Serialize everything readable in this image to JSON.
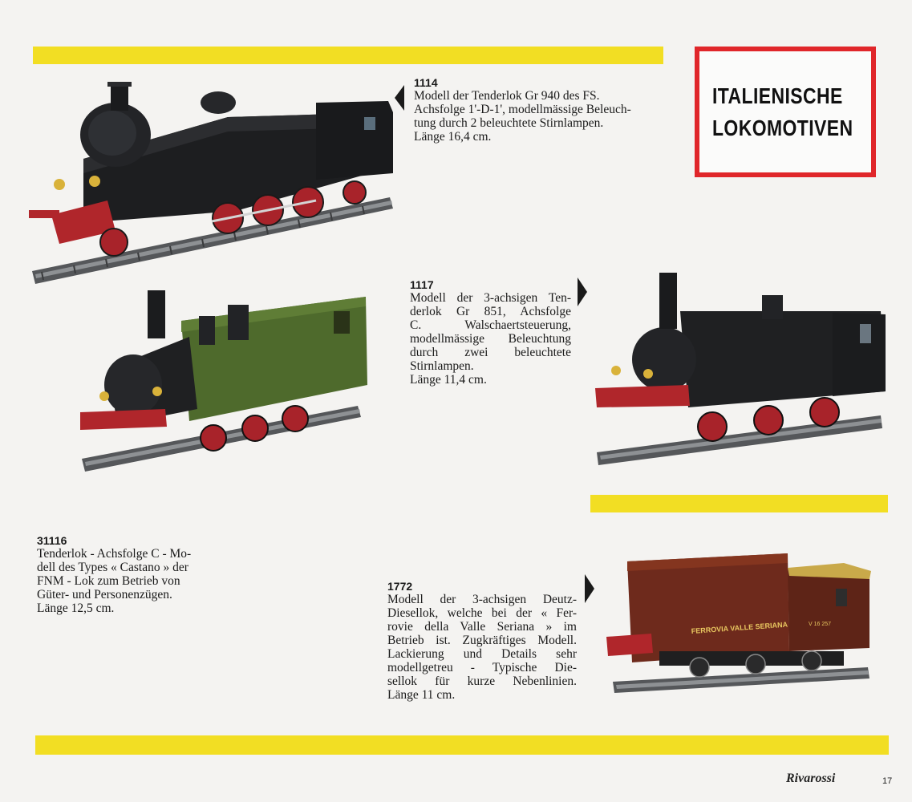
{
  "heading": {
    "line1": "ITALIENISCHE",
    "line2": "LOKOMOTIVEN"
  },
  "products": [
    {
      "number": "1114",
      "lines": [
        "Modell der Tenderlok Gr 940 des FS.",
        "Achsfolge 1'-D-1', modellmässige Beleuch-",
        "tung durch 2 beleuchtete Stirnlampen.",
        "Länge 16,4 cm."
      ]
    },
    {
      "number": "1117",
      "lines": [
        "Modell der 3-achsigen Ten-",
        "derlok Gr 851, Achsfolge",
        "C. Walschaertsteuerung,",
        "modellmässige Beleuchtung",
        "durch zwei beleuchtete",
        "Stirnlampen.",
        "Länge 11,4 cm."
      ]
    },
    {
      "number": "31116",
      "lines": [
        "Tenderlok - Achsfolge C - Mo-",
        "dell des Types « Castano » der",
        "FNM - Lok zum Betrieb von",
        "Güter- und Personenzügen.",
        "Länge 12,5 cm."
      ]
    },
    {
      "number": "1772",
      "lines": [
        "Modell der 3-achsigen Deutz-",
        "Diesellok, welche bei der « Fer-",
        "rovie della Valle Seriana » im",
        "Betrieb ist. Zugkräftiges Modell.",
        "Lackierung und Details sehr",
        "modellgetreu - Typische Die-",
        "sellok für kurze Nebenlinien.",
        "Länge 11 cm."
      ]
    }
  ],
  "diesel_markings": {
    "side_text": "FERROVIA VALLE SERIANA",
    "cab_number": "V 16 257"
  },
  "footer": {
    "brand": "Rivarossi",
    "page_number": "17"
  },
  "colors": {
    "yellow_bar": "#f2de23",
    "heading_border": "#e0262a"
  }
}
